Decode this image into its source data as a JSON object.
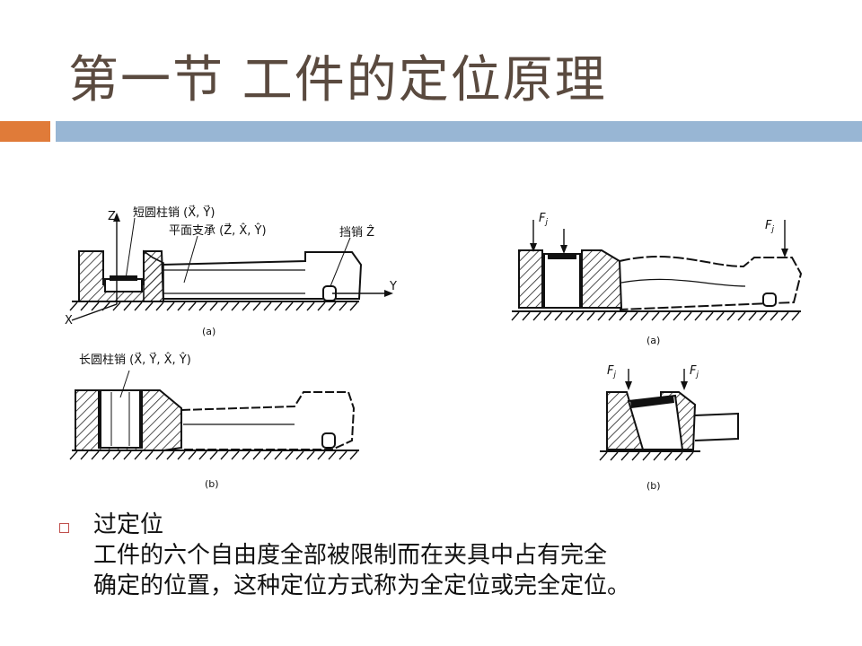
{
  "slide": {
    "title": "第一节  工件的定位原理",
    "accent_color": "#e07b39",
    "bar_color": "#98b6d4"
  },
  "figure_left": {
    "label_short_pin": "短圆柱销 (X⃗, Y⃗)",
    "label_flat_support": "平面支承 (Z⃗, X̂, Ŷ)",
    "label_stop_pin": "挡销 Ẑ",
    "label_long_pin": "长圆柱销 (X⃗, Y⃗, X̂, Ŷ)",
    "axis_z": "Z",
    "axis_x": "X",
    "axis_y": "Y",
    "caption_a": "(a)",
    "caption_b": "(b)"
  },
  "figure_right": {
    "force_label": "F",
    "force_sub": "j",
    "caption_a": "(a)",
    "caption_b": "(b)"
  },
  "bullet": {
    "heading": "过定位",
    "line1": "工件的六个自由度全部被限制而在夹具中占有完全",
    "line2": "确定的位置，这种定位方式称为全定位或完全定位。",
    "marker_color": "#c0504d"
  }
}
